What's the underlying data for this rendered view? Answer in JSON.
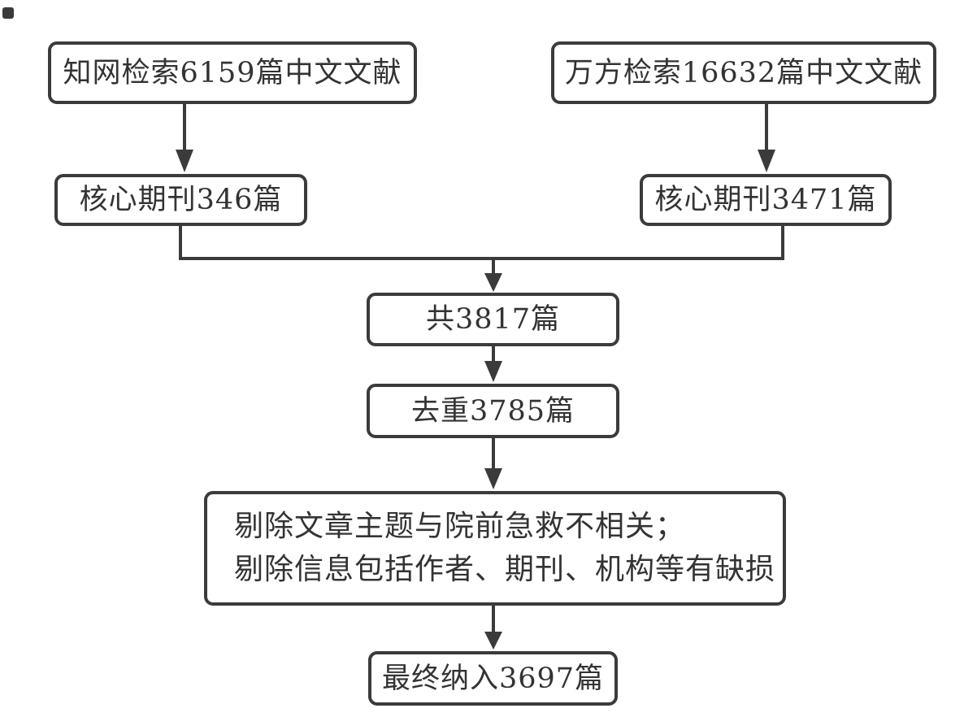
{
  "diagram": {
    "type": "flowchart",
    "background": "#ffffff",
    "stroke_color": "#3b3b3b",
    "text_color": "#333333",
    "nodes": {
      "cnki_search": {
        "label": "知网检索6159篇中文文献"
      },
      "wanfang_search": {
        "label": "万方检索16632篇中文文献"
      },
      "cnki_core": {
        "label": "核心期刊346篇"
      },
      "wanfang_core": {
        "label": "核心期刊3471篇"
      },
      "total": {
        "label": "共3817篇"
      },
      "dedup": {
        "label": "去重3785篇"
      },
      "exclusion": {
        "lines": [
          "剔除文章主题与院前急救不相关；",
          "剔除信息包括作者、期刊、机构等有缺损"
        ]
      },
      "final": {
        "label": "最终纳入3697篇"
      }
    },
    "edges": [
      {
        "from": "cnki_search",
        "to": "cnki_core"
      },
      {
        "from": "wanfang_search",
        "to": "wanfang_core"
      },
      {
        "from": "cnki_core",
        "to": "total"
      },
      {
        "from": "wanfang_core",
        "to": "total"
      },
      {
        "from": "total",
        "to": "dedup"
      },
      {
        "from": "dedup",
        "to": "exclusion"
      },
      {
        "from": "exclusion",
        "to": "final"
      }
    ]
  }
}
